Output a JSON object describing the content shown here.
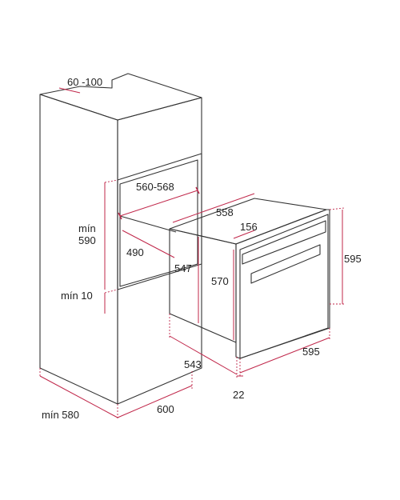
{
  "labels": {
    "niche_depth": "60 -100",
    "niche_width": "560-568",
    "niche_height": "mín\n590",
    "niche_inner_depth": "490",
    "gap_below": "mín 10",
    "cabinet_depth": "mín 580",
    "cabinet_width": "600",
    "oven_top_depth": "558",
    "oven_front_depth": "156",
    "oven_side_height": "547",
    "oven_body_height": "570",
    "oven_front_height": "595",
    "oven_width": "595",
    "oven_side_depth": "543",
    "oven_front_thickness": "22"
  },
  "colors": {
    "outline": "#333333",
    "dimension": "#c0274a"
  }
}
